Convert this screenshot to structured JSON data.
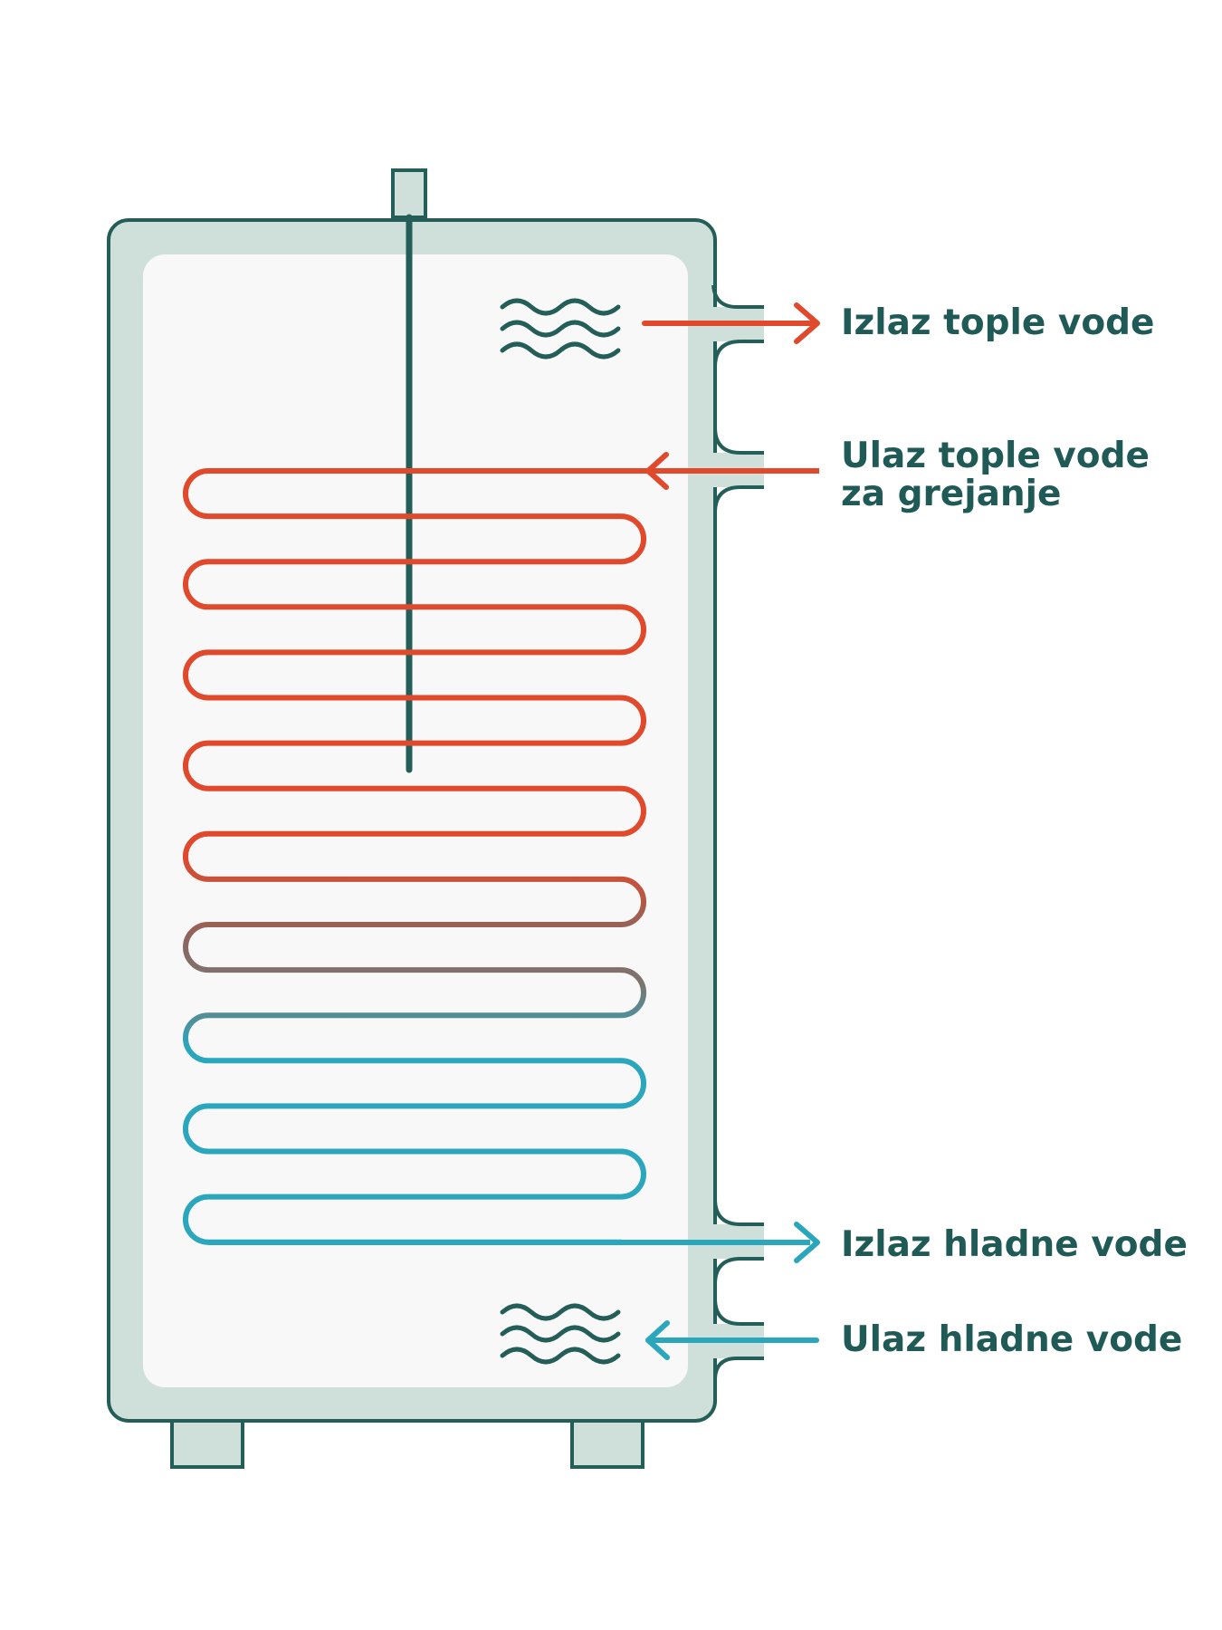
{
  "labels": {
    "hot_out": "Izlaz tople vode",
    "heating_in_line1": "Ulaz tople vode",
    "heating_in_line2": "za grejanje",
    "cold_coil_out": "Izlaz hladne vode",
    "cold_in": "Ulaz hladne vode"
  },
  "colors": {
    "outline": "#245e58",
    "wall": "#cfdfda",
    "interior": "#f8f8f8",
    "hot": "#e0492b",
    "mid": "#7d7470",
    "cold": "#2aa6bd",
    "label_text": "#1f5a56"
  },
  "icons": [
    "water-waves-icon",
    "arrow-right-icon",
    "arrow-left-icon"
  ]
}
